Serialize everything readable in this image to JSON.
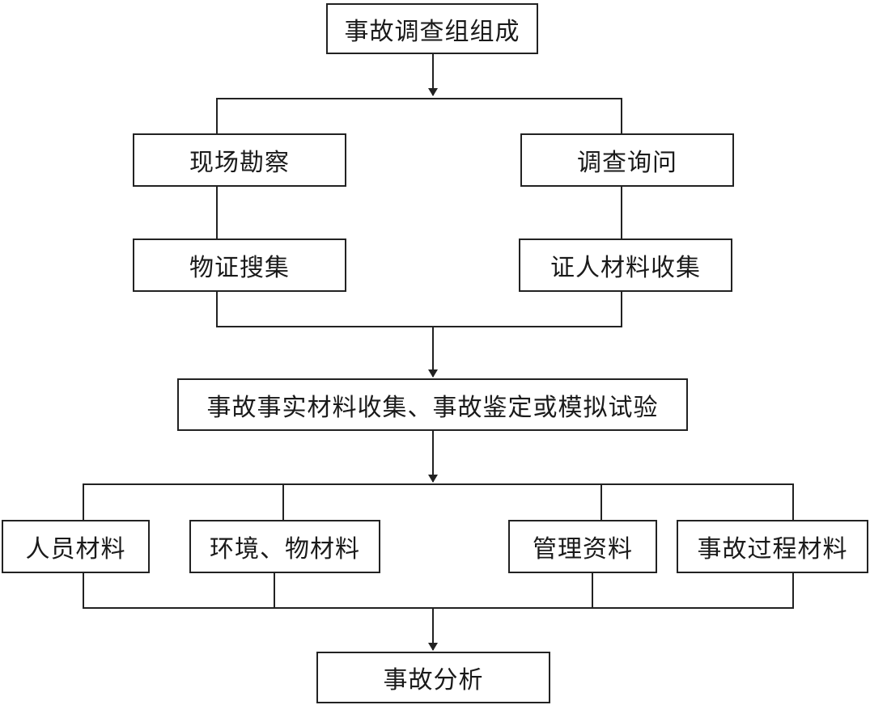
{
  "diagram": {
    "line_color": "#222222",
    "nodes": {
      "team_formation": "事故调查组组成",
      "site_survey": "现场勘察",
      "inquiry": "调查询问",
      "physical_evidence": "物证搜集",
      "witness_materials": "证人材料收集",
      "facts_collection": "事故事实材料收集、事故鉴定或模拟试验",
      "personnel_materials": "人员材料",
      "environment_materials": "环境、物材料",
      "management_materials": "管理资料",
      "process_materials": "事故过程材料",
      "analysis": "事故分析"
    }
  }
}
